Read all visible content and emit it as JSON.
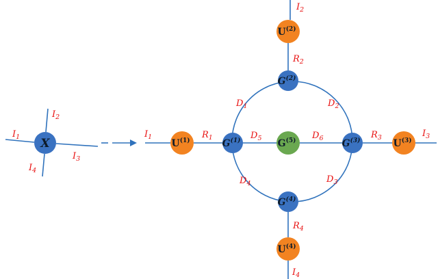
{
  "colors": {
    "node_blue": "#3a72c1",
    "node_orange": "#f28321",
    "node_green": "#6aa850",
    "edge_blue": "#2f72bc",
    "label_red": "#e81212",
    "node_text": "#0d1b2a"
  },
  "labels": {
    "X": {
      "text": "X"
    },
    "U1": {
      "base": "U",
      "sup": "(1)"
    },
    "U2": {
      "base": "U",
      "sup": "(2)"
    },
    "U3": {
      "base": "U",
      "sup": "(3)"
    },
    "U4": {
      "base": "U",
      "sup": "(4)"
    },
    "G1": {
      "base": "G",
      "sup": "(1)"
    },
    "G2": {
      "base": "G",
      "sup": "(2)"
    },
    "G3": {
      "base": "G",
      "sup": "(3)"
    },
    "G4": {
      "base": "G",
      "sup": "(4)"
    },
    "G5": {
      "base": "G",
      "sup": "(5)"
    },
    "I1": {
      "base": "I",
      "sub": "1"
    },
    "I2": {
      "base": "I",
      "sub": "2"
    },
    "I3": {
      "base": "I",
      "sub": "3"
    },
    "I4": {
      "base": "I",
      "sub": "4"
    },
    "R1": {
      "base": "R",
      "sub": "1"
    },
    "R2": {
      "base": "R",
      "sub": "2"
    },
    "R3": {
      "base": "R",
      "sub": "3"
    },
    "R4": {
      "base": "R",
      "sub": "4"
    },
    "D1": {
      "base": "D",
      "sub": "1"
    },
    "D2": {
      "base": "D",
      "sub": "2"
    },
    "D3": {
      "base": "D",
      "sub": "3"
    },
    "D4": {
      "base": "D",
      "sub": "4"
    },
    "D5": {
      "base": "D",
      "sub": "5"
    },
    "D6": {
      "base": "D",
      "sub": "6"
    }
  }
}
